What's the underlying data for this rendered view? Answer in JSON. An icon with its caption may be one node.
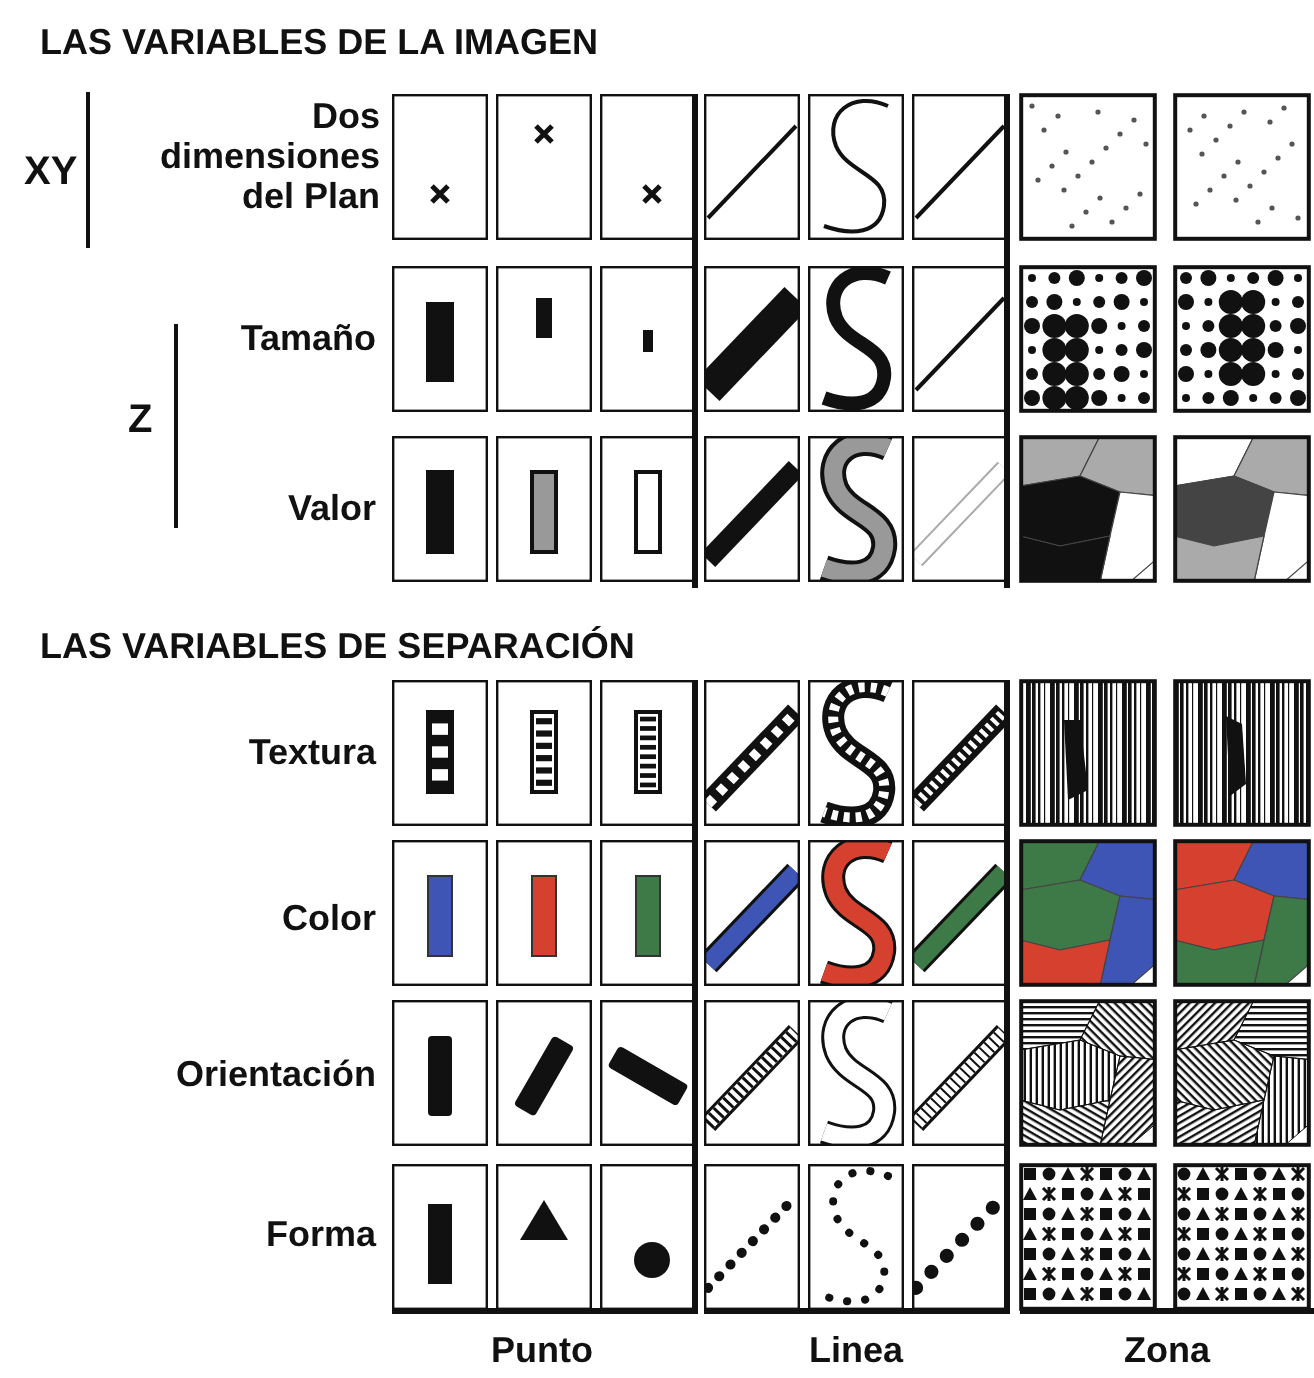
{
  "diagram": {
    "labels": [
      "LAS VARIABLES DE LA IMAGEN",
      "XY",
      "Dos dimensiones del Plan",
      "Tamaño",
      "Z",
      "Valor",
      "LAS VARIABLES DE SEPARACIÓN",
      "Textura",
      "Color",
      "Orientación",
      "Forma",
      "Punto",
      "Linea",
      "Zona"
    ]
  }
}
